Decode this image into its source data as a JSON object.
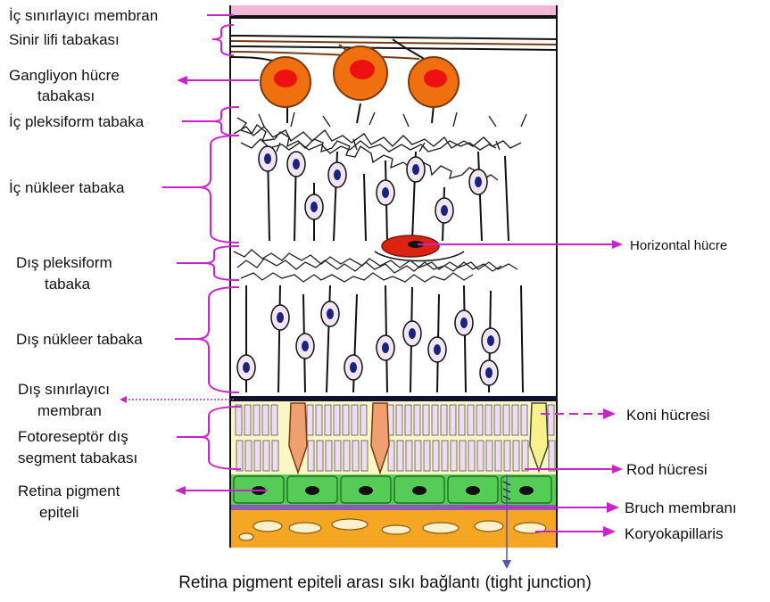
{
  "labels_left": [
    {
      "id": "inner-limiting-membrane",
      "text": "İç sınırlayıcı membran"
    },
    {
      "id": "nerve-fiber-layer",
      "text": "Sinir lifi tabakası"
    },
    {
      "id": "ganglion-cell-layer-1",
      "text": "Gangliyon hücre"
    },
    {
      "id": "ganglion-cell-layer-2",
      "text": "tabakası"
    },
    {
      "id": "inner-plexiform-layer",
      "text": "İç pleksiform tabaka"
    },
    {
      "id": "inner-nuclear-layer",
      "text": "İç nükleer tabaka"
    },
    {
      "id": "outer-plexiform-layer-1",
      "text": "Dış pleksiform"
    },
    {
      "id": "outer-plexiform-layer-2",
      "text": "tabaka"
    },
    {
      "id": "outer-nuclear-layer",
      "text": "Dış nükleer tabaka"
    },
    {
      "id": "outer-limiting-membrane-1",
      "text": "Dış sınırlayıcı"
    },
    {
      "id": "outer-limiting-membrane-2",
      "text": "membran"
    },
    {
      "id": "photoreceptor-outer-segment-1",
      "text": "Fotoreseptör dış"
    },
    {
      "id": "photoreceptor-outer-segment-2",
      "text": "segment tabakası"
    },
    {
      "id": "retinal-pigment-epithelium-1",
      "text": "Retina pigment"
    },
    {
      "id": "retinal-pigment-epithelium-2",
      "text": "epiteli"
    }
  ],
  "labels_right": [
    {
      "id": "horizontal-cell",
      "text": "Horizontal hücre"
    },
    {
      "id": "cone-cell",
      "text": "Koni hücresi"
    },
    {
      "id": "rod-cell",
      "text": "Rod hücresi"
    },
    {
      "id": "bruch-membrane",
      "text": "Bruch membranı"
    },
    {
      "id": "choriocapillaris",
      "text": "Koryokapillaris"
    }
  ],
  "caption": "Retina pigment epiteli arası sıkı bağlantı (tight junction)",
  "colors": {
    "pointer": "#cc22cc",
    "ganglion_cell": "#f07010",
    "ganglion_nucleus": "#ee1111",
    "horizontal_cell": "#dd2211",
    "nucleus_fill": "#f2e6f5",
    "nucleus_core": "#1a237e",
    "photoreceptor_layer": "#fbf7c4",
    "rod_segment": "#eeddf0",
    "cone_cell": "#f0a070",
    "rpe_cell": "#55cc55",
    "bruch_membrane": "#8c5bb5",
    "choriocapillaris": "#f5a623",
    "inner_limiting_membrane": "#f2b8d4",
    "tight_junction_line": "#5858a0"
  }
}
